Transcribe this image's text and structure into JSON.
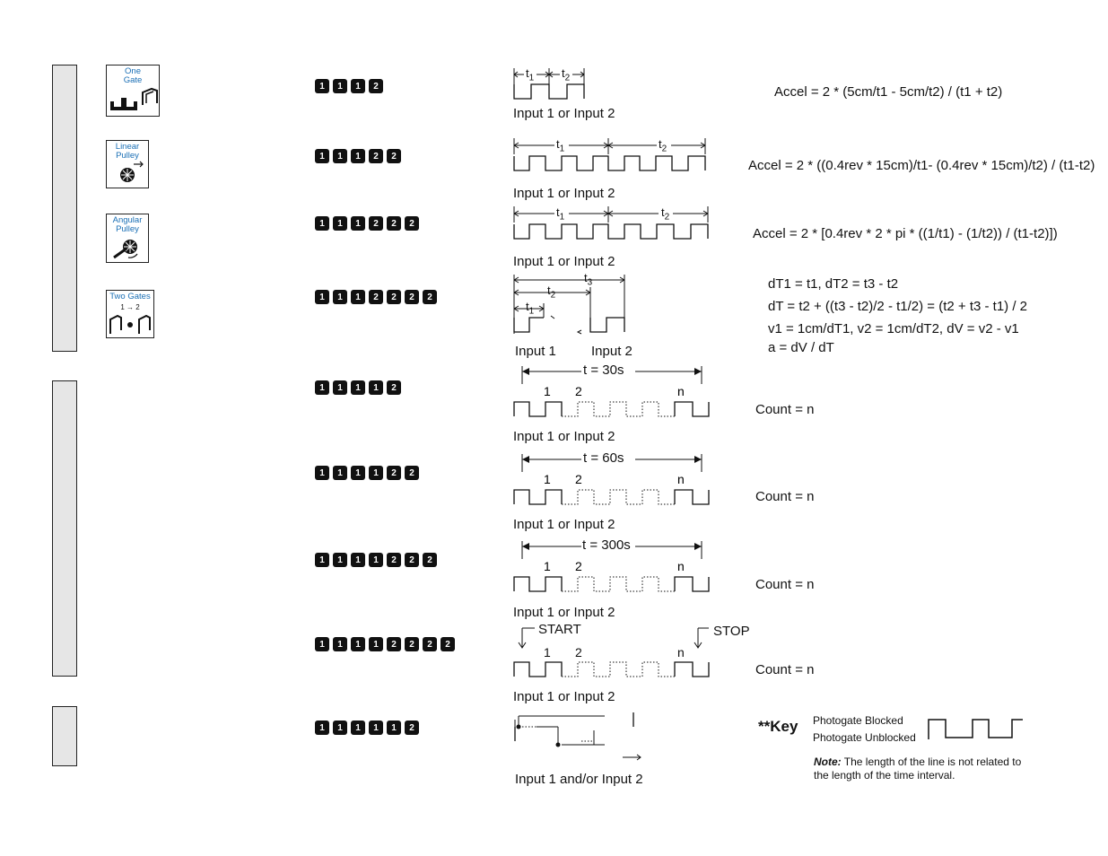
{
  "modes": [
    {
      "icon": {
        "name": "one-gate",
        "label": "One\nGate"
      },
      "keys": [
        "1",
        "1",
        "1",
        "2"
      ],
      "inputs": "Input 1  or  Input 2",
      "timing": [
        "t",
        "1",
        "t",
        "2"
      ],
      "formula": "Accel = 2 * (5cm/t1 - 5cm/t2) / (t1 + t2)"
    },
    {
      "icon": {
        "name": "linear-pulley",
        "label": "Linear\nPulley"
      },
      "keys": [
        "1",
        "1",
        "1",
        "2",
        "2"
      ],
      "inputs": "Input 1 or  Input 2",
      "formula": "Accel = 2 * ((0.4rev * 15cm)/t1- (0.4rev * 15cm)/t2) / (t1-t2)"
    },
    {
      "icon": {
        "name": "angular-pulley",
        "label": "Angular\nPulley"
      },
      "keys": [
        "1",
        "1",
        "1",
        "2",
        "2",
        "2"
      ],
      "inputs": "Input 1 or  Input 2",
      "formula": "Accel = 2 * [0.4rev * 2 * pi * ((1/t1) - (1/t2)) / (t1-t2)])"
    },
    {
      "icon": {
        "name": "two-gates",
        "label": "Two Gates",
        "sub": "1  →  2"
      },
      "keys": [
        "1",
        "1",
        "1",
        "2",
        "2",
        "2",
        "2"
      ],
      "inputs_left": "Input 1",
      "inputs_right": "Input 2",
      "formula_lines": [
        "dT1 = t1, dT2 = t3 - t2",
        "dT = t2 + ((t3 - t2)/2 - t1/2) = (t2 + t3 - t1) / 2",
        "v1 = 1cm/dT1, v2 = 1cm/dT2, dV = v2 - v1",
        "a = dV / dT"
      ]
    },
    {
      "keys": [
        "1",
        "1",
        "1",
        "1",
        "2"
      ],
      "period": "t = 30s",
      "inputs": "Input 1 or Input 2",
      "formula": "Count = n"
    },
    {
      "keys": [
        "1",
        "1",
        "1",
        "1",
        "2",
        "2"
      ],
      "period": "t = 60s",
      "inputs": "Input 1 or Input 2",
      "formula": "Count = n"
    },
    {
      "keys": [
        "1",
        "1",
        "1",
        "1",
        "2",
        "2",
        "2"
      ],
      "period": "t = 300s",
      "inputs": "Input 1 or Input 2",
      "formula": "Count = n"
    },
    {
      "keys": [
        "1",
        "1",
        "1",
        "1",
        "2",
        "2",
        "2",
        "2"
      ],
      "start": "START",
      "stop": "STOP",
      "inputs": "Input 1 or Input 2",
      "formula": "Count = n"
    },
    {
      "keys": [
        "1",
        "1",
        "1",
        "1",
        "1",
        "2"
      ],
      "inputs": "Input 1  and/or  Input 2"
    }
  ],
  "pulse_labels": {
    "one": "1",
    "two": "2",
    "n": "n"
  },
  "timing_labels": {
    "t": "t",
    "t1sub": "1",
    "t2sub": "2",
    "t3sub": "3"
  },
  "key_legend": {
    "title": "**Key",
    "blocked": "Photogate Blocked",
    "unblocked": "Photogate Unblocked",
    "note_label": "Note:",
    "note_text": "The length of the line is not related to",
    "note_text2": "the length of the time interval."
  }
}
